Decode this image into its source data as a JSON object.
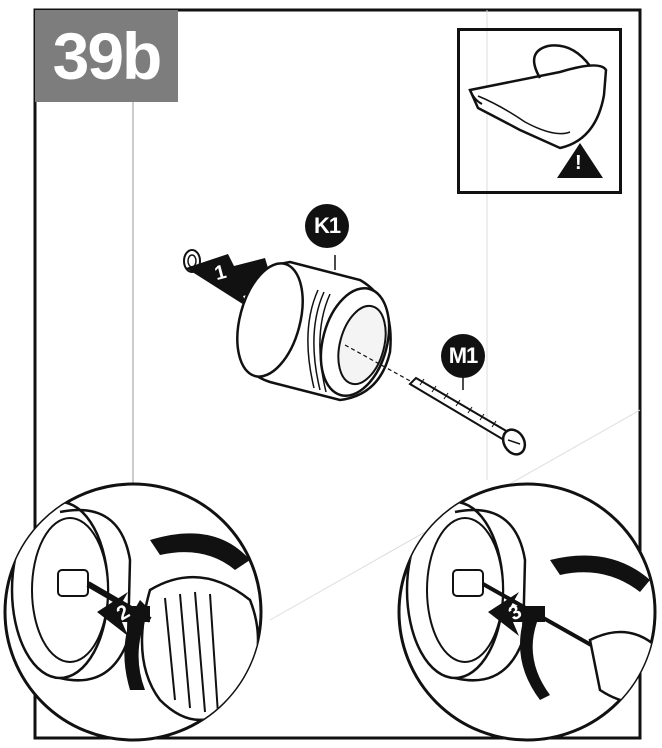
{
  "step": {
    "label": "39b"
  },
  "warning": {
    "icon": "safety-glasses-icon",
    "symbol": "!"
  },
  "parts": [
    {
      "id": "K1"
    },
    {
      "id": "M1"
    }
  ],
  "arrows": [
    {
      "number": "1"
    },
    {
      "number": "2"
    },
    {
      "number": "3"
    }
  ],
  "colors": {
    "badge": "#7d7d7d",
    "ink": "#111111",
    "background": "#ffffff"
  }
}
